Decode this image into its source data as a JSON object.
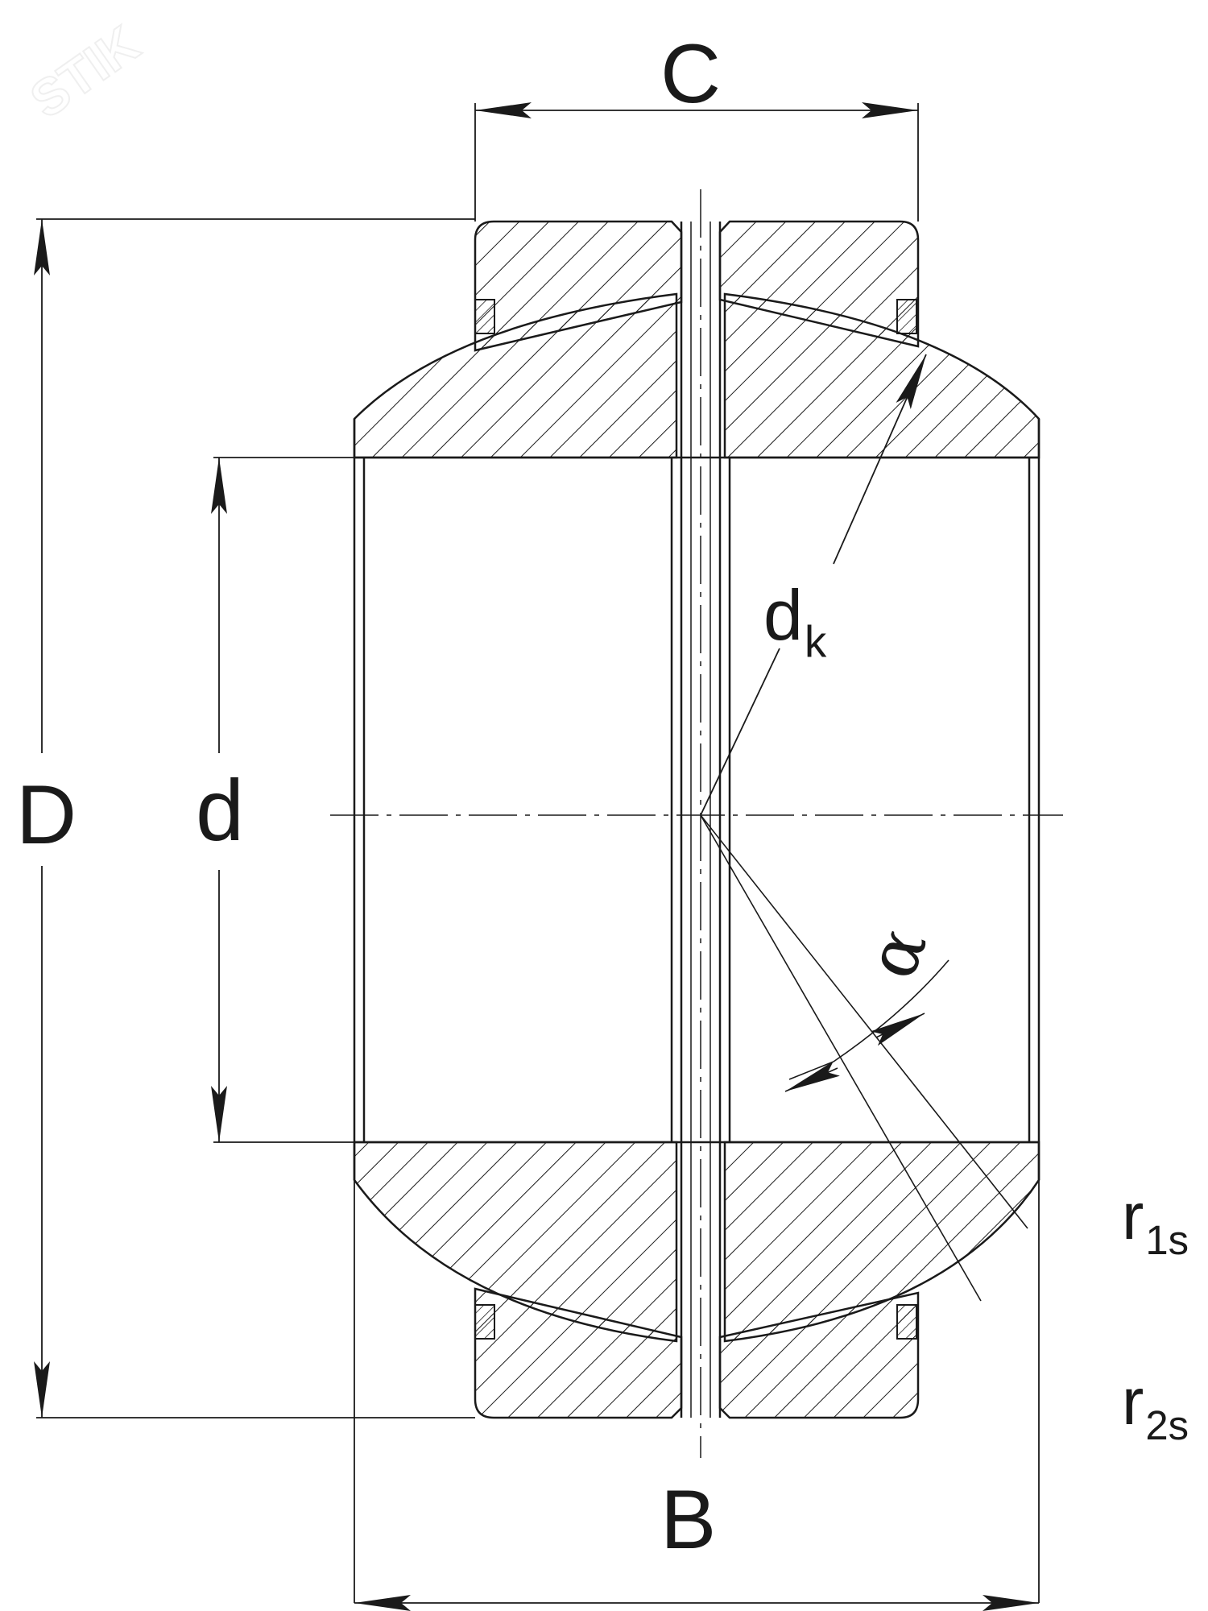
{
  "labels": {
    "C": "C",
    "D": "D",
    "d": "d",
    "dk_base": "d",
    "dk_sub": "k",
    "B": "B",
    "r1s_base": "r",
    "r1s_sub": "1s",
    "r2s_base": "r",
    "r2s_sub": "2s",
    "alpha": "α"
  },
  "colors": {
    "line": "#1a1a1a",
    "background": "#ffffff",
    "watermark": "#e6e6e6"
  }
}
